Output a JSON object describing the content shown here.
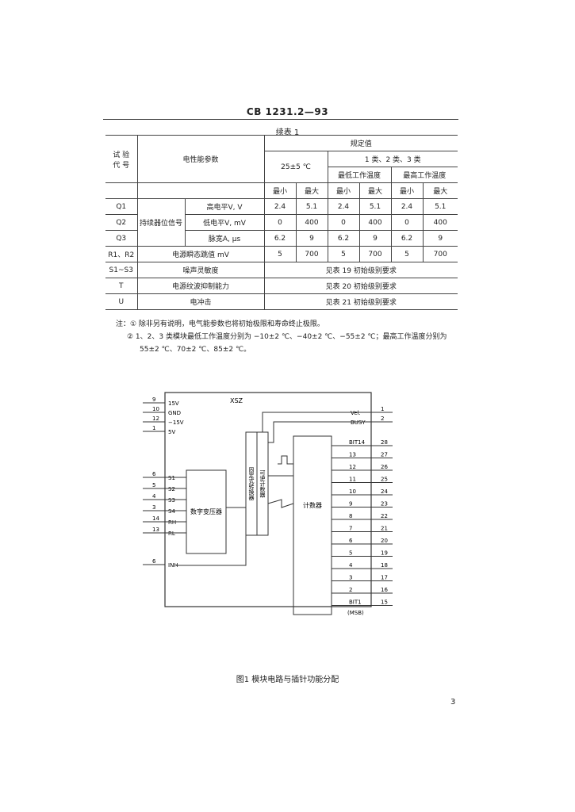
{
  "header": {
    "standard": "CB 1231.2—93"
  },
  "table": {
    "caption": "续表 1",
    "col_test_code": "试 验\n代 号",
    "col_param": "电性能参数",
    "col_spec": "规定值",
    "col_25c": "25±5 ℃",
    "col_class": "1 类、2 类、3 类",
    "col_low": "最低工作温度",
    "col_high": "最高工作温度",
    "min": "最小",
    "max": "最大",
    "group_label": "持续器位信号",
    "rows": [
      {
        "code": "Q1",
        "param": "高电平V, V",
        "vals": [
          "2.4",
          "5.1",
          "2.4",
          "5.1",
          "2.4",
          "5.1"
        ]
      },
      {
        "code": "Q2",
        "param": "低电平V, mV",
        "vals": [
          "0",
          "400",
          "0",
          "400",
          "0",
          "400"
        ]
      },
      {
        "code": "Q3",
        "param": "脉宽A, μs",
        "vals": [
          "6.2",
          "9",
          "6.2",
          "9",
          "6.2",
          "9"
        ]
      }
    ],
    "row_r": {
      "code": "R1、R2",
      "param": "电源瞬态跳值 mV",
      "vals": [
        "5",
        "700",
        "5",
        "700",
        "5",
        "700"
      ]
    },
    "merged_rows": [
      {
        "code": "S1~S3",
        "param": "噪声灵敏度",
        "text": "见表 19 初始级别要求"
      },
      {
        "code": "T",
        "param": "电源纹波抑制能力",
        "text": "见表 20 初始级别要求"
      },
      {
        "code": "U",
        "param": "电冲击",
        "text": "见表 21 初始级别要求"
      }
    ]
  },
  "notes": [
    "注：①  除非另有说明，电气能参数也将初始极限和寿命终止极限。",
    "②  1、2、3 类模块最低工作温度分别为 −10±2 ℃、−40±2 ℃、−55±2 ℃；最高工作温度分别为",
    "55±2 ℃、70±2 ℃、85±2 ℃。"
  ],
  "figure": {
    "module_label": "XSZ",
    "left_pins": [
      {
        "num": "9",
        "name": "15V"
      },
      {
        "num": "10",
        "name": "GND"
      },
      {
        "num": "12",
        "name": "−15V"
      },
      {
        "num": "1",
        "name": "5V"
      },
      {
        "num": "6",
        "name": "S1"
      },
      {
        "num": "5",
        "name": "S2"
      },
      {
        "num": "4",
        "name": "S3"
      },
      {
        "num": "3",
        "name": "S4"
      },
      {
        "num": "14",
        "name": "RH"
      },
      {
        "num": "13",
        "name": "RL"
      },
      {
        "num": "6",
        "name": "INH"
      }
    ],
    "right_top": [
      {
        "num": "1",
        "name": "Vel."
      },
      {
        "num": "2",
        "name": "BUSY"
      }
    ],
    "right_pins": [
      {
        "num": "28",
        "name": "BIT14"
      },
      {
        "num": "27",
        "name": "13"
      },
      {
        "num": "26",
        "name": "12"
      },
      {
        "num": "25",
        "name": "11"
      },
      {
        "num": "24",
        "name": "10"
      },
      {
        "num": "23",
        "name": "9"
      },
      {
        "num": "22",
        "name": "8"
      },
      {
        "num": "21",
        "name": "7"
      },
      {
        "num": "20",
        "name": "6"
      },
      {
        "num": "19",
        "name": "5"
      },
      {
        "num": "18",
        "name": "4"
      },
      {
        "num": "17",
        "name": "3"
      },
      {
        "num": "16",
        "name": "2"
      },
      {
        "num": "15",
        "name": "BIT1"
      }
    ],
    "msb_label": "(MSB)",
    "block_converter": "数字变压器",
    "block_vert1": "固定式转换器",
    "block_vert2": "可逆计数器",
    "block_counter": "计数器",
    "caption": "图1  模块电路与插针功能分配"
  },
  "page_number": "3"
}
